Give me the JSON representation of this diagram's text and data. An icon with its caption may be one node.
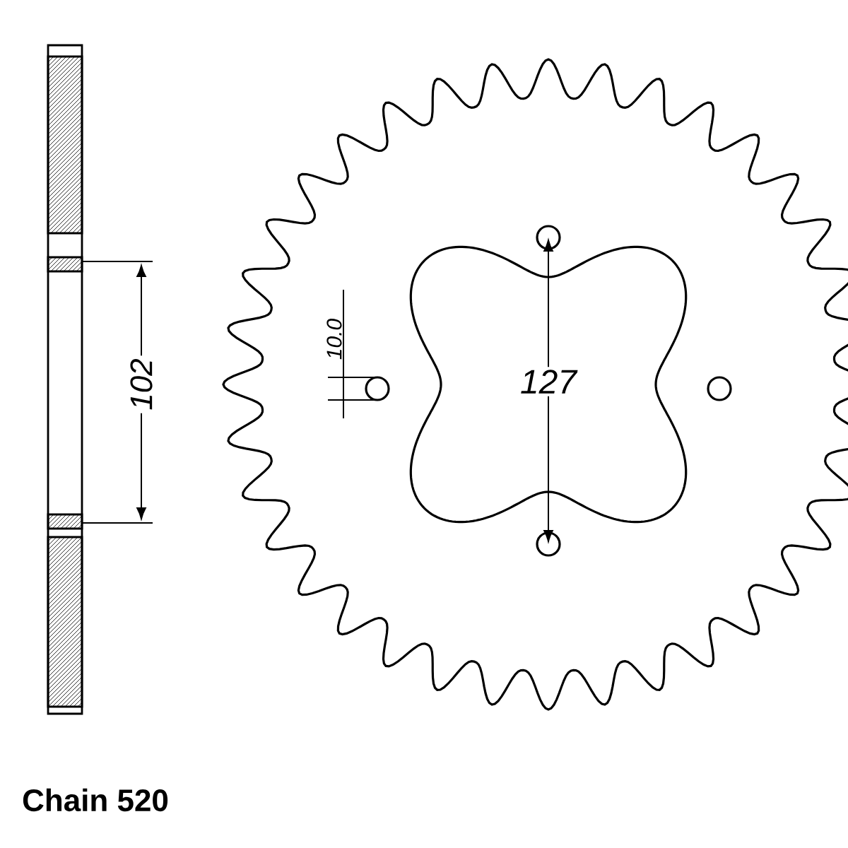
{
  "diagram": {
    "labels": [
      "102",
      "10.0",
      "127",
      "Chain 520"
    ]
  }
}
